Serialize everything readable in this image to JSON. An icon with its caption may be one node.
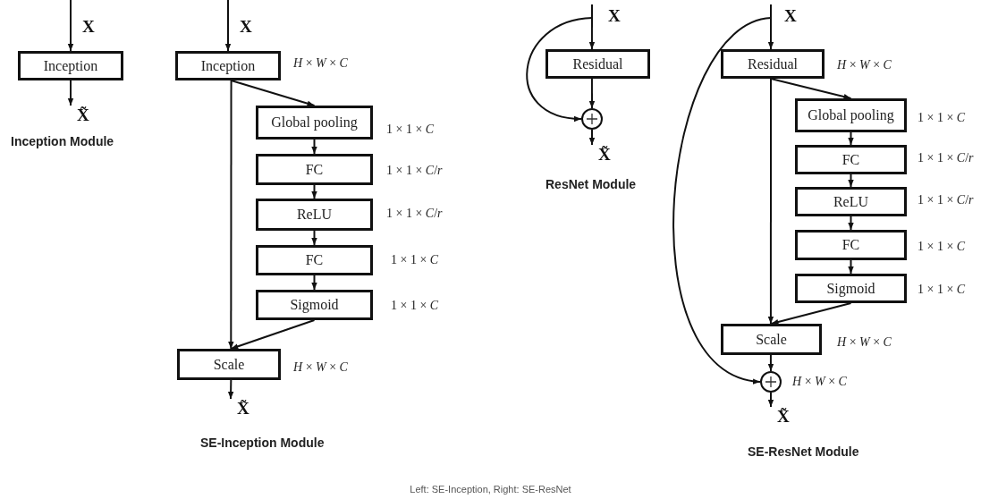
{
  "diagram": {
    "caption": "Left: SE-Inception, Right: SE-ResNet",
    "nodes": [
      {
        "text": [
          "Inception"
        ]
      },
      {
        "text": [
          "Inception"
        ],
        "beside": [
          "*H* × *W* × *C*"
        ]
      },
      {
        "text": [
          "Global pooling"
        ],
        "beside": [
          "1 × 1 × *C*"
        ]
      },
      {
        "text": [
          "FC"
        ],
        "beside": [
          "1 × 1 × *C*/*r*"
        ]
      },
      {
        "text": [
          "ReLU"
        ],
        "beside": [
          "1 × 1 × *C*/*r*"
        ]
      },
      {
        "text": [
          "FC"
        ],
        "beside": [
          "1 × 1 × *C*"
        ]
      },
      {
        "text": [
          "Sigmoid"
        ],
        "beside": [
          "1 × 1 × *C*"
        ]
      },
      {
        "text": [
          "Scale"
        ],
        "beside": [
          "*H* × *W* × *C*"
        ]
      },
      {
        "text": [
          "Residual"
        ]
      },
      {
        "text": [],
        "shape": "circle"
      },
      {
        "text": [
          "Residual"
        ],
        "beside": [
          "*H* × *W* × *C*"
        ]
      },
      {
        "text": [
          "Global pooling"
        ],
        "beside": [
          "1 × 1 × *C*"
        ]
      },
      {
        "text": [
          "FC"
        ],
        "beside": [
          "1 × 1 × *C*/*r*"
        ]
      },
      {
        "text": [
          "ReLU"
        ],
        "beside": [
          "1 × 1 × *C*/*r*"
        ]
      },
      {
        "text": [
          "FC"
        ],
        "beside": [
          "1 × 1 × *C*"
        ]
      },
      {
        "text": [
          "Sigmoid"
        ],
        "beside": [
          "1 × 1 × *C*"
        ]
      },
      {
        "text": [
          "Scale"
        ],
        "beside": [
          "*H* × *W* × *C*"
        ]
      },
      {
        "text": [],
        "shape": "circle",
        "beside": [
          "*H* × *W* × *C*"
        ]
      },
      {
        "text": [
          "X̃"
        ]
      },
      {
        "text": [
          "X̃"
        ]
      },
      {
        "text": [
          "X̃"
        ]
      },
      {
        "text": [
          "X̃"
        ]
      }
    ],
    "edges": [
      {
        "from": null,
        "to": 0,
        "arrow": "to"
      },
      {
        "from": 0,
        "to": 18,
        "arrow": "to"
      },
      {
        "from": null,
        "to": 1,
        "arrow": "to"
      },
      {
        "from": 1,
        "to": 2,
        "arrow": "to"
      },
      {
        "from": 2,
        "to": 3,
        "arrow": "to"
      },
      {
        "from": 3,
        "to": 4,
        "arrow": "to"
      },
      {
        "from": 4,
        "to": 5,
        "arrow": "to"
      },
      {
        "from": 5,
        "to": 6,
        "arrow": "to"
      },
      {
        "from": 6,
        "to": 7,
        "arrow": "to"
      },
      {
        "from": 1,
        "to": 7,
        "arrow": "to"
      },
      {
        "from": 7,
        "to": 19,
        "arrow": "to"
      },
      {
        "from": null,
        "to": 8,
        "arrow": "to"
      },
      {
        "from": null,
        "to": 9,
        "arrow": "to"
      },
      {
        "from": 8,
        "to": 9,
        "arrow": "to"
      },
      {
        "from": 9,
        "to": 20,
        "arrow": "to"
      },
      {
        "from": null,
        "to": 10,
        "arrow": "to"
      },
      {
        "from": null,
        "to": 17,
        "arrow": "to"
      },
      {
        "from": 10,
        "to": 11,
        "arrow": "to"
      },
      {
        "from": 11,
        "to": 12,
        "arrow": "to"
      },
      {
        "from": 12,
        "to": 13,
        "arrow": "to"
      },
      {
        "from": 13,
        "to": 14,
        "arrow": "to"
      },
      {
        "from": 14,
        "to": 15,
        "arrow": "to"
      },
      {
        "from": 15,
        "to": 16,
        "arrow": "to"
      },
      {
        "from": 10,
        "to": 16,
        "arrow": "to"
      },
      {
        "from": 16,
        "to": 17,
        "arrow": "to"
      },
      {
        "from": 17,
        "to": 21,
        "arrow": "to"
      }
    ],
    "labels": [
      "X",
      "Inception Module",
      "X",
      "SE-Inception Module",
      "X",
      "ResNet Module",
      "X",
      "SE-ResNet Module"
    ]
  }
}
